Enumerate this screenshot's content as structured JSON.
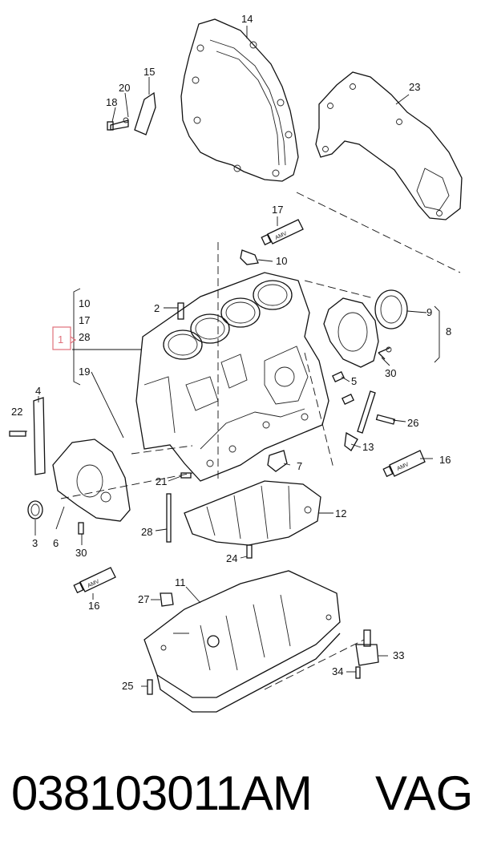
{
  "diagram": {
    "callouts": [
      "14",
      "15",
      "20",
      "18",
      "23",
      "17",
      "10",
      "2",
      "10",
      "17",
      "28",
      "1",
      "19",
      "9",
      "8",
      "5",
      "30",
      "4",
      "22",
      "26",
      "13",
      "16",
      "7",
      "3",
      "6",
      "30",
      "21",
      "28",
      "12",
      "24",
      "16",
      "11",
      "27",
      "33",
      "34",
      "25"
    ],
    "tube_text": "AMV",
    "highlight_color": "#e0707a"
  },
  "footer": {
    "part_number": "038103011AM",
    "brand": "VAG"
  }
}
